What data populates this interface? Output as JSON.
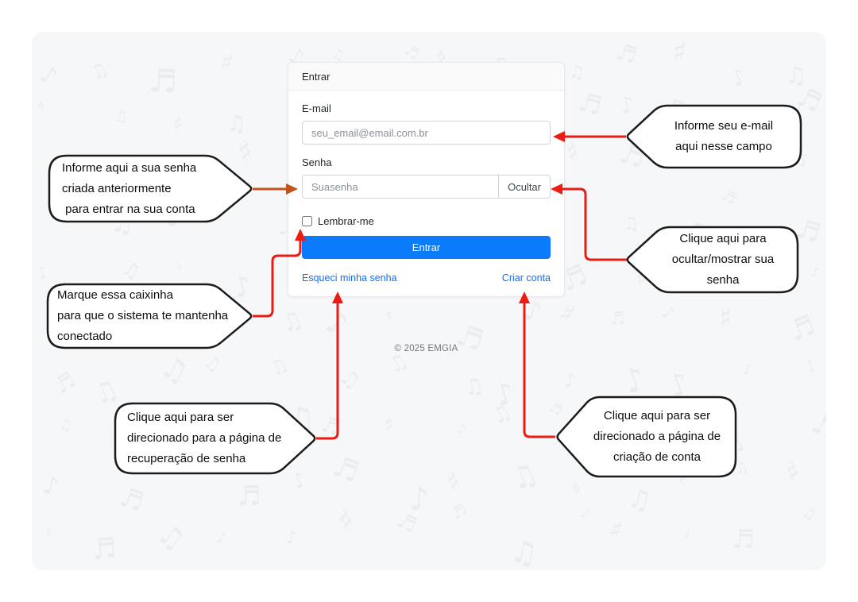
{
  "login_card": {
    "header_title": "Entrar",
    "email_label": "E-mail",
    "email_placeholder": "seu_email@email.com.br",
    "password_label": "Senha",
    "password_placeholder": "Suasenha",
    "toggle_password_label": "Ocultar",
    "remember_me_label": "Lembrar-me",
    "submit_label": "Entrar",
    "forgot_password_link": "Esqueci minha senha",
    "create_account_link": "Criar conta"
  },
  "footer": {
    "copyright": "© 2025 EMGIA"
  },
  "callouts": {
    "email": {
      "lines": [
        "Informe seu e-mail",
        "aqui nesse campo"
      ]
    },
    "password": {
      "lines": [
        "Informe aqui a sua senha",
        "criada anteriormente",
        " para entrar na sua conta"
      ]
    },
    "toggle": {
      "lines": [
        "Clique aqui para",
        "ocultar/mostrar sua",
        "senha"
      ]
    },
    "remember": {
      "lines": [
        "Marque essa caixinha",
        "para que o sistema te mantenha",
        "conectado"
      ]
    },
    "forgot": {
      "lines": [
        "Clique aqui para ser",
        "direcionado para a página de",
        "recuperação de senha"
      ]
    },
    "create": {
      "lines": [
        "Clique aqui para ser",
        "direcionado a página de",
        "criação de conta"
      ]
    }
  },
  "colors": {
    "primary_button": "#0b7bfb",
    "link_blue": "#0d6efd",
    "arrow_red": "#ec1c13",
    "arrow_orange": "#c1531d",
    "callout_border": "#1c1c1c",
    "background_panel": "#f6f7f9"
  }
}
